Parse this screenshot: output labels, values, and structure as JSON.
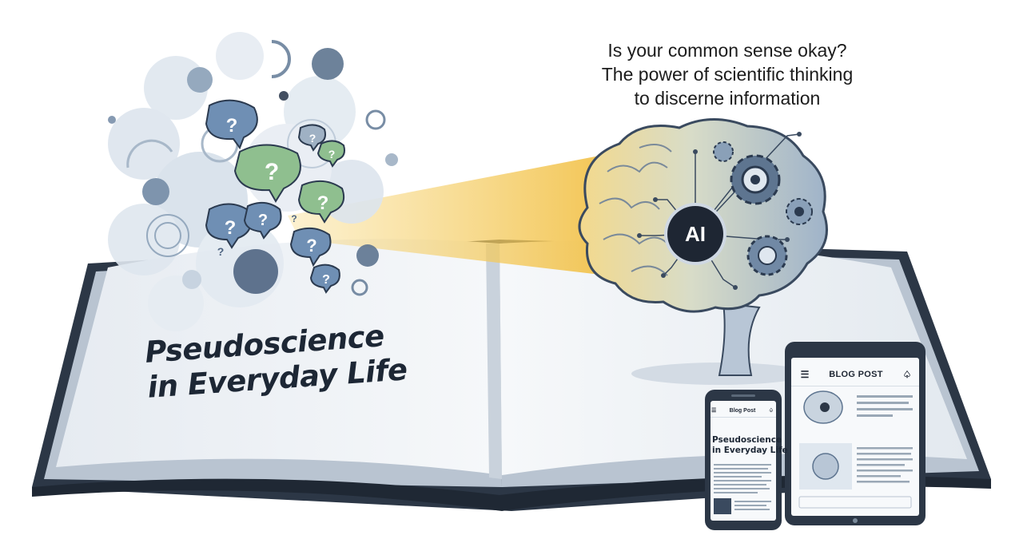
{
  "headline": {
    "line1": "Is your common sense okay?",
    "line2": "The power of scientific thinking",
    "line3": "to discerne information"
  },
  "book": {
    "title_line1": "Pseudoscience",
    "title_line2": "in Everyday Life"
  },
  "brain": {
    "badge": "AI"
  },
  "tablet": {
    "header_title": "BLOG POST",
    "menu_icon": "menu-icon",
    "share_icon": "share-icon"
  },
  "phone": {
    "header_title": "Blog Post",
    "title_line1": "Pseudoscience",
    "title_line2": "in Everyday Life"
  },
  "bubbles": {
    "mark": "?"
  },
  "colors": {
    "ink": "#1e2633",
    "beam": "#f2c24b",
    "bubble_blue": "#6f8fb4",
    "bubble_green": "#8fbf8f",
    "book_cover": "#2c3746",
    "page": "#eef2f6"
  }
}
